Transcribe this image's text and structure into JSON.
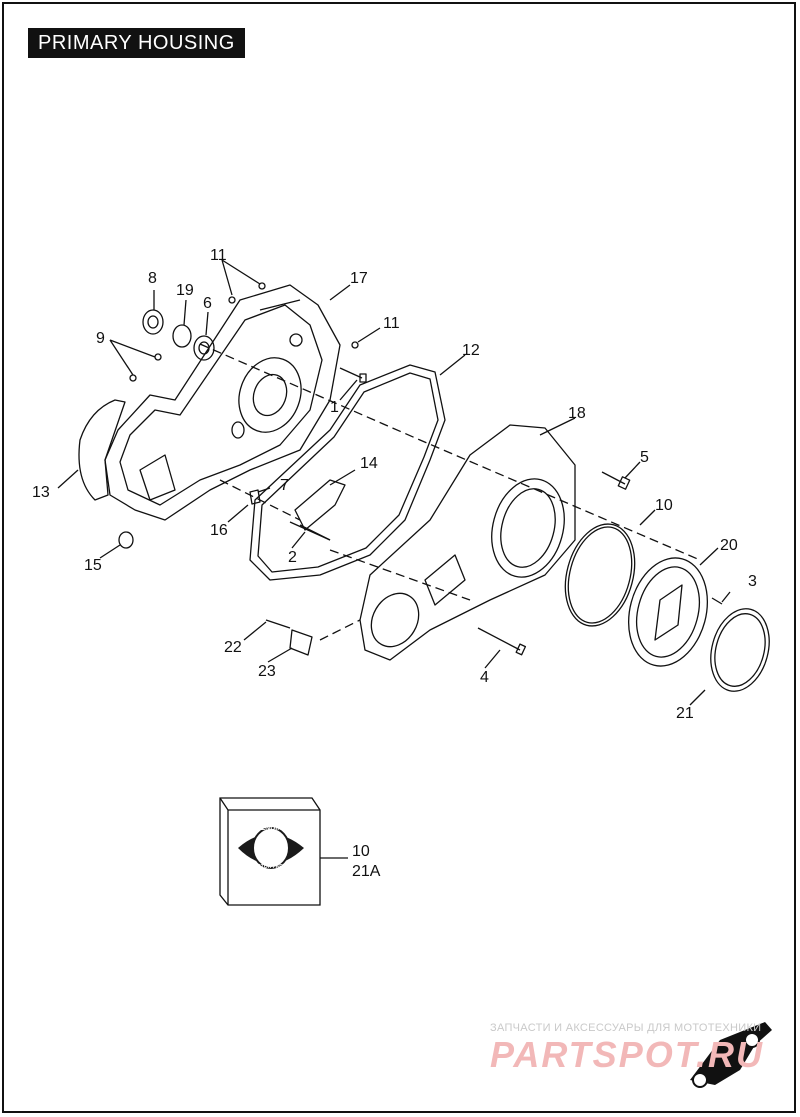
{
  "header": {
    "title": "PRIMARY HOUSING"
  },
  "callouts": {
    "c1": "1",
    "c2": "2",
    "c3": "3",
    "c4": "4",
    "c5": "5",
    "c6": "6",
    "c7": "7",
    "c8": "8",
    "c9": "9",
    "c10": "10",
    "c11a": "11",
    "c11b": "11",
    "c12": "12",
    "c13": "13",
    "c14": "14",
    "c15": "15",
    "c16": "16",
    "c17": "17",
    "c18": "18",
    "c19": "19",
    "c20": "20",
    "c21": "21",
    "c22": "22",
    "c23": "23",
    "kit10": "10",
    "kit21a": "21A"
  },
  "kit_box": {
    "badge_top": "GENUINE",
    "badge_bottom": "MOTOR PARTS"
  },
  "watermark": {
    "small": "ЗАПЧАСТИ И АКСЕССУАРЫ ДЛЯ МОТОТЕХНИКИ",
    "big": "PARTSPOT.RU"
  },
  "colors": {
    "ink": "#111111",
    "badge": "#1a1a1a",
    "watermark_red": "#f2b8b8"
  }
}
